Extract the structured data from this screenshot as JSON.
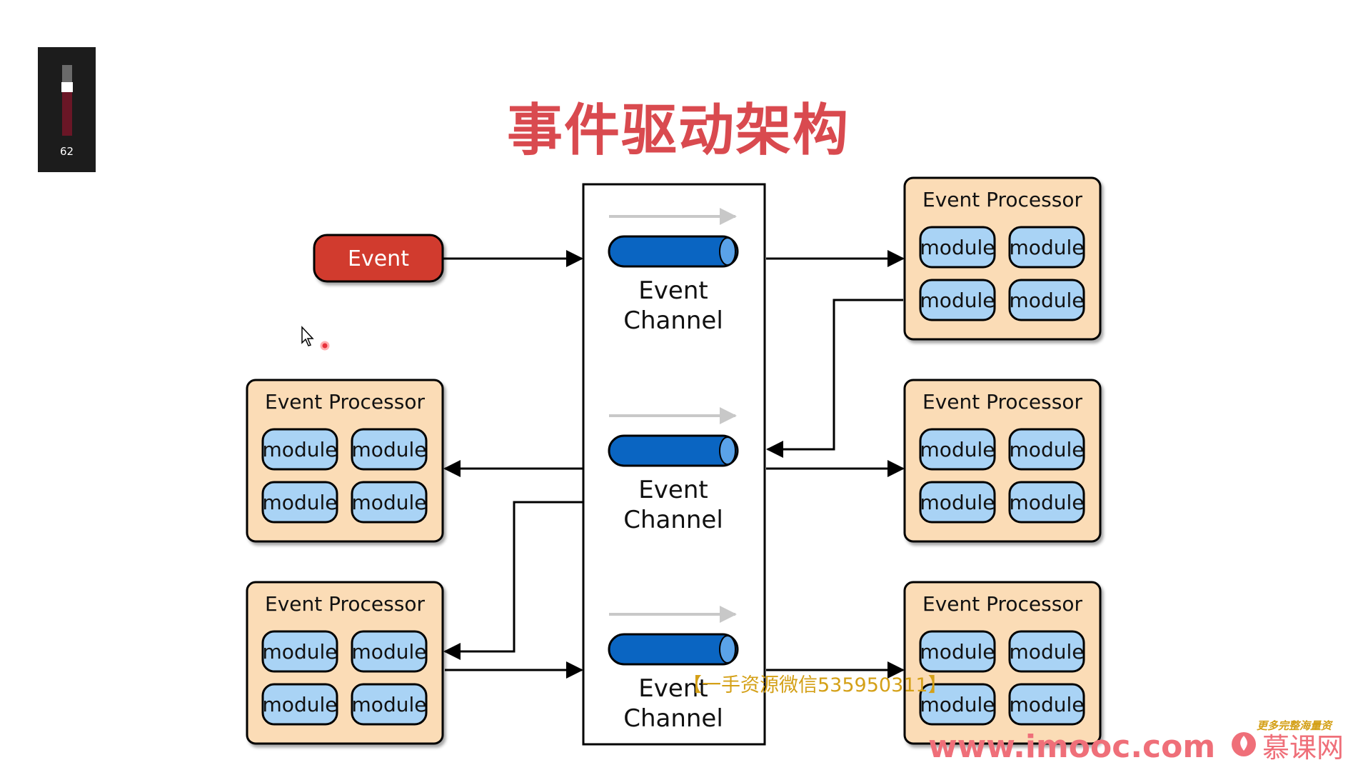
{
  "volume": {
    "level_percent": 62,
    "label": "62"
  },
  "slide": {
    "title": "事件驱动架构"
  },
  "diagram": {
    "event_label": "Event",
    "channels": [
      {
        "line1": "Event",
        "line2": "Channel"
      },
      {
        "line1": "Event",
        "line2": "Channel"
      },
      {
        "line1": "Event",
        "line2": "Channel"
      }
    ],
    "processor_title": "Event Processor",
    "module_label": "module"
  },
  "watermark": {
    "wechat": "【一手资源微信535950311】",
    "promo": "更多完整海量资",
    "url": "www.imooc.com",
    "brand": "慕课网"
  },
  "colors": {
    "title": "#d94a4f",
    "event_fill": "#d13b2e",
    "processor_fill": "#fbdcb6",
    "module_fill": "#a9d3f5",
    "channel_pipe": "#0a65c2"
  }
}
